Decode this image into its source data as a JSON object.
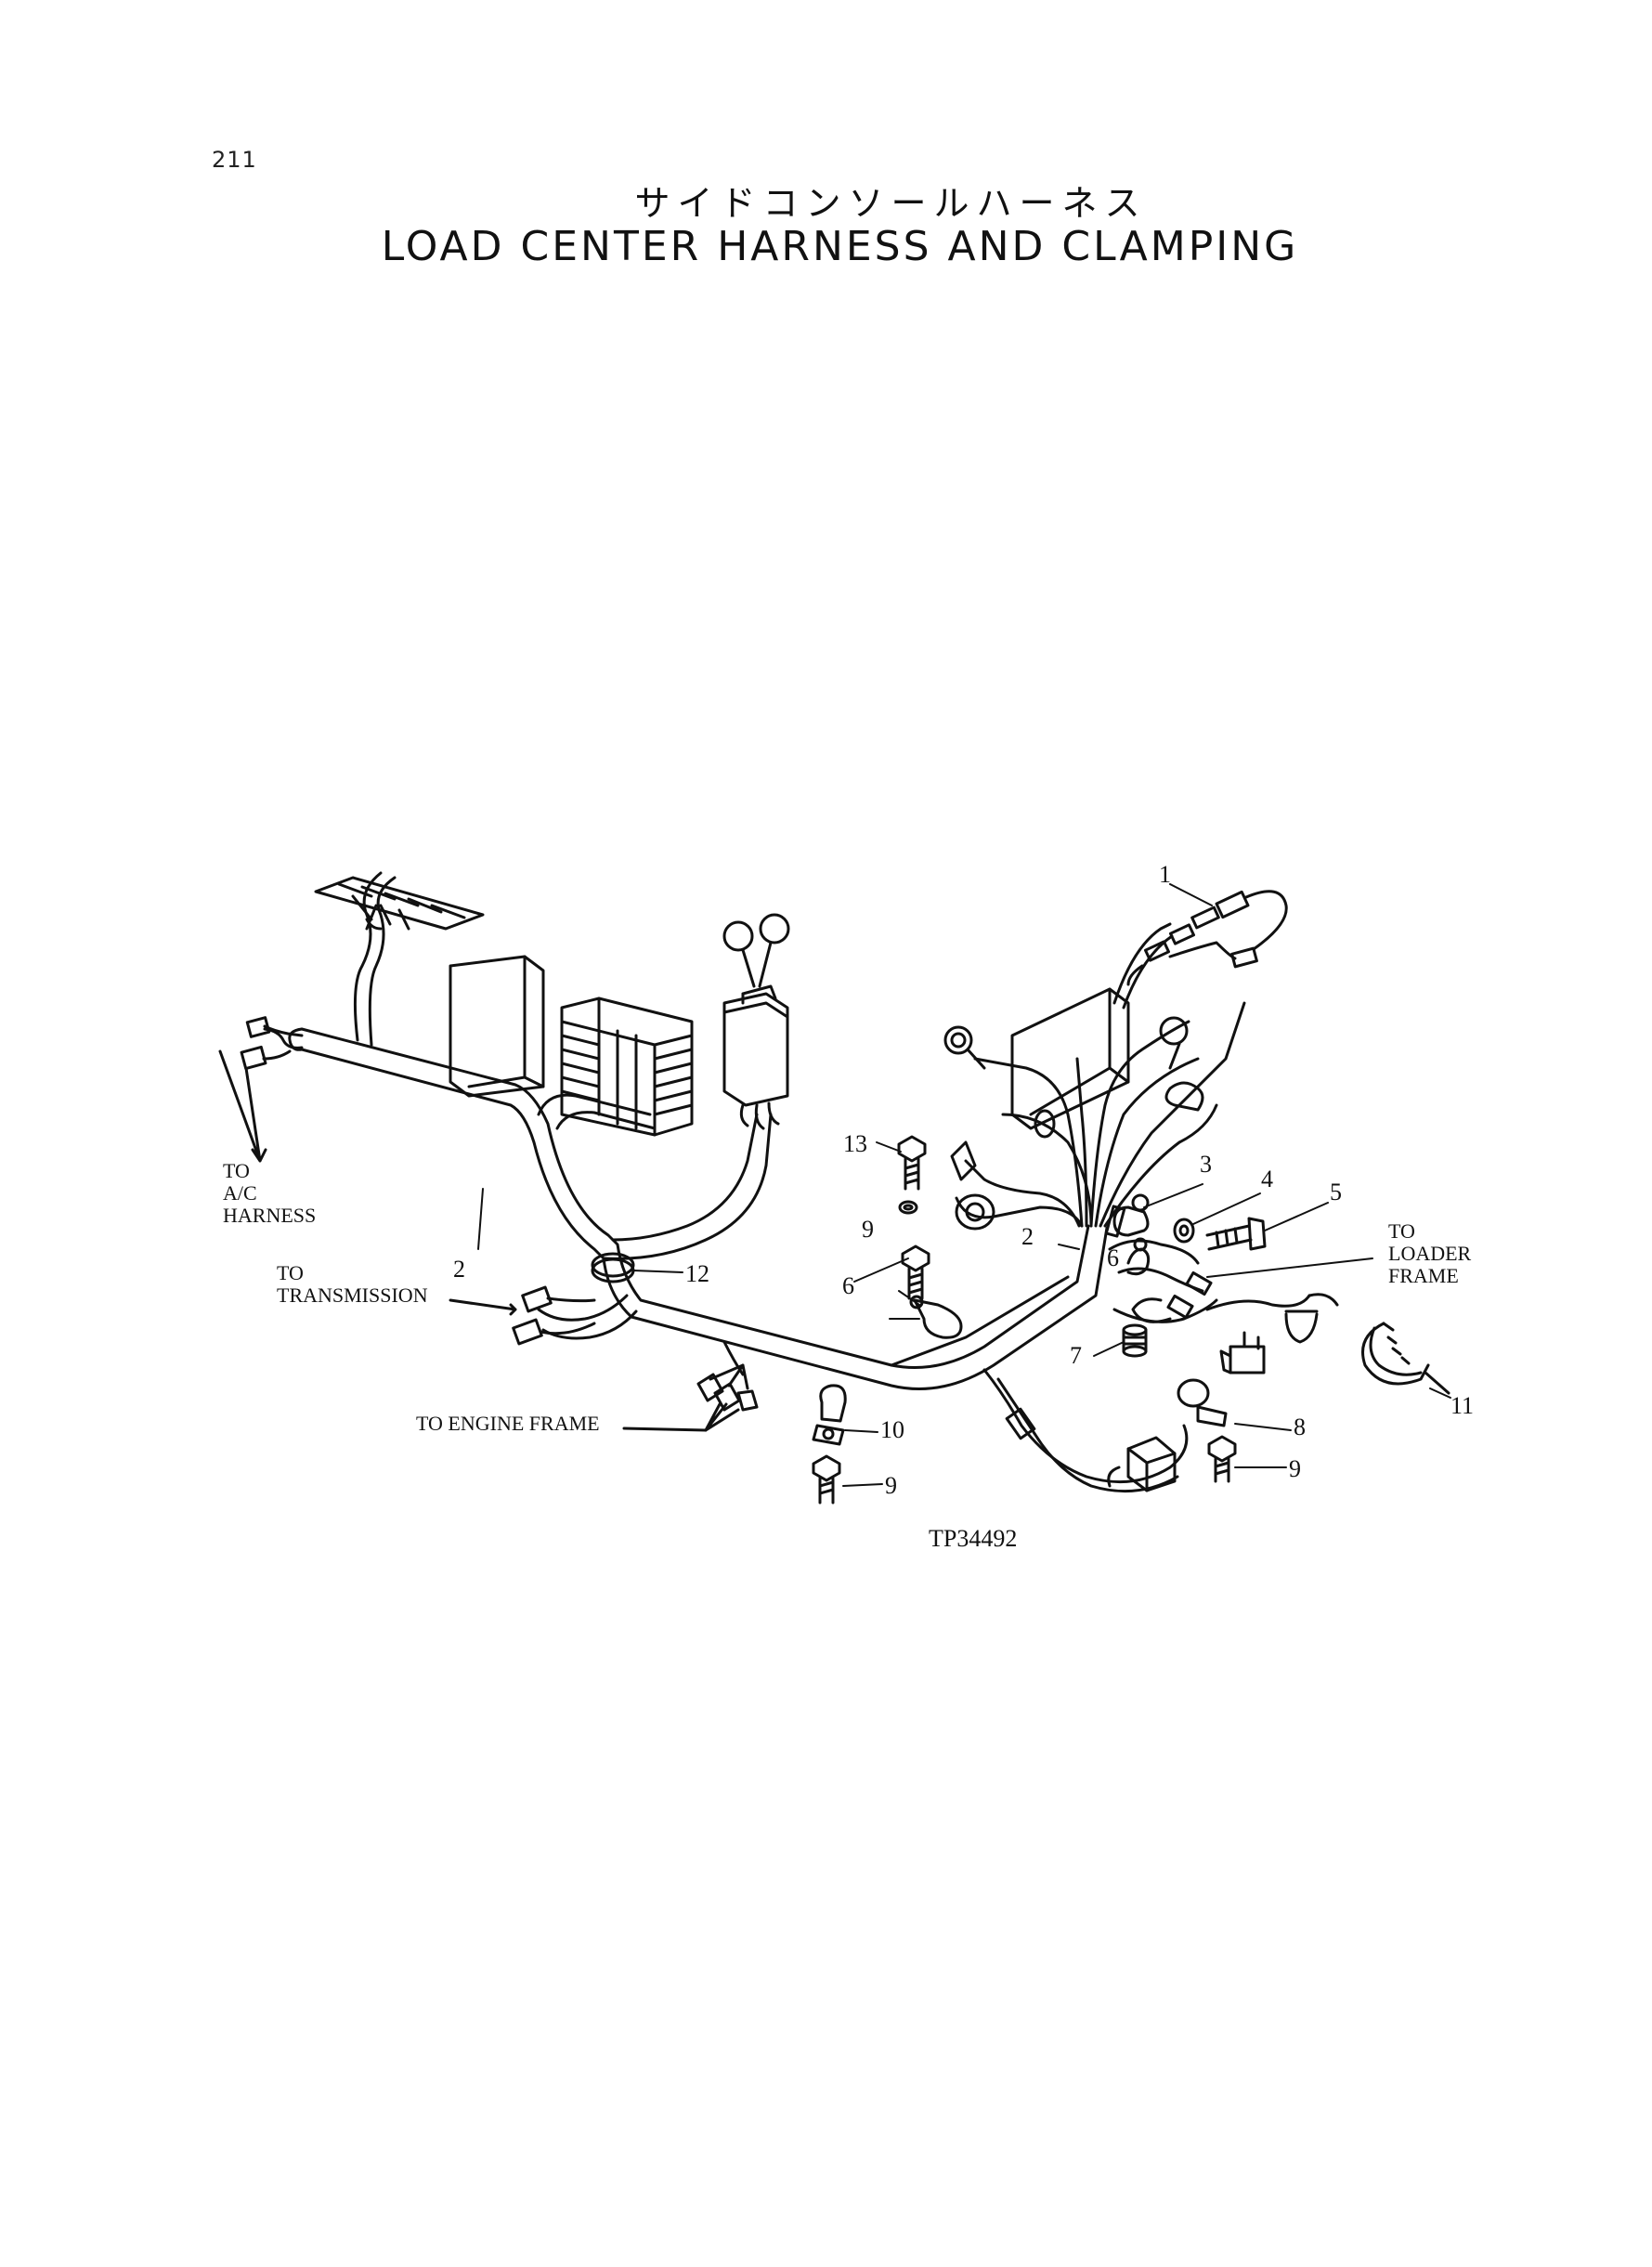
{
  "header": {
    "page_number": "211",
    "title_jp": "サイドコンソールハーネス",
    "title_en": "LOAD CENTER HARNESS AND CLAMPING"
  },
  "diagram": {
    "drawing_code": "TP34492",
    "labels": {
      "ac_harness": [
        "TO",
        "A/C",
        "HARNESS"
      ],
      "transmission": [
        "TO",
        "TRANSMISSION"
      ],
      "engine_frame": "TO ENGINE FRAME",
      "loader_frame": [
        "TO",
        "LOADER",
        "FRAME"
      ]
    },
    "callouts": {
      "c1": "1",
      "c2a": "2",
      "c2b": "2",
      "c3": "3",
      "c4": "4",
      "c5": "5",
      "c6a": "6",
      "c6b": "6",
      "c7": "7",
      "c8": "8",
      "c9a": "9",
      "c9b": "9",
      "c9c": "9",
      "c10": "10",
      "c11": "11",
      "c12": "12",
      "c13": "13"
    }
  }
}
